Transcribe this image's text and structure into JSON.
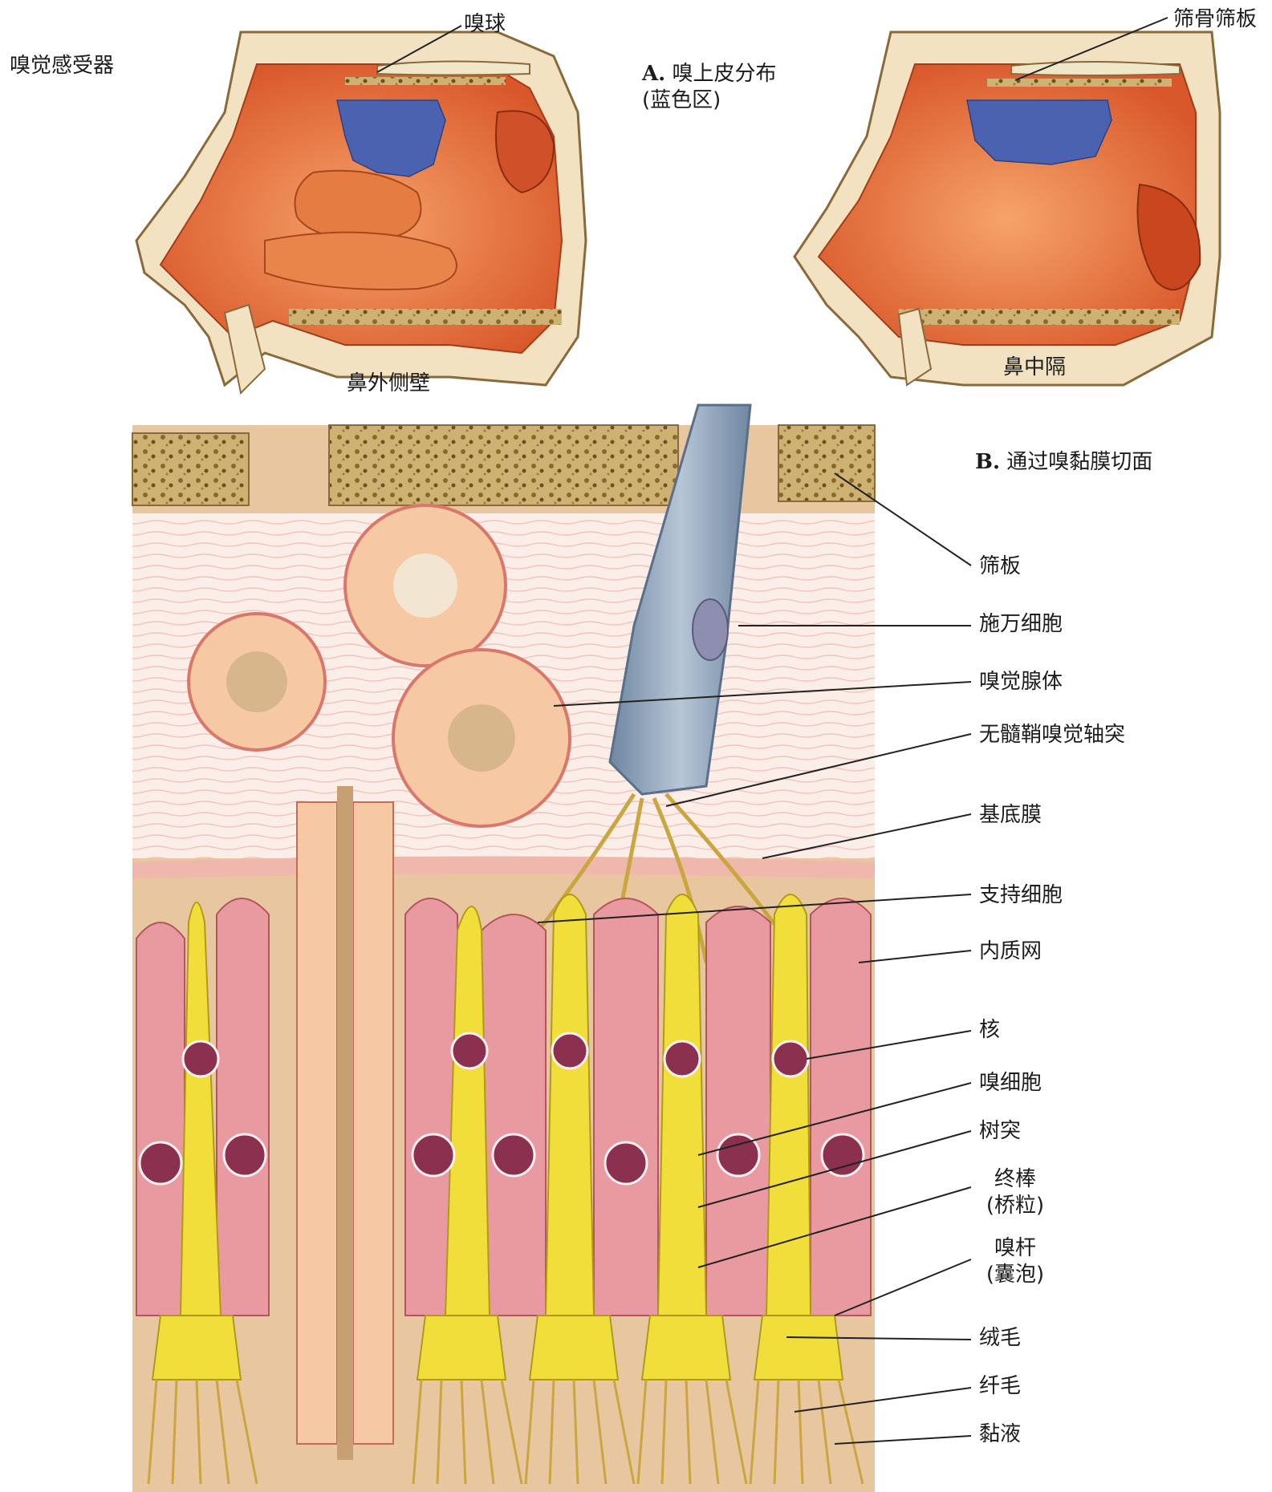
{
  "title": "嗅觉感受器",
  "panel_a": {
    "letter": "A.",
    "caption_line1": "嗅上皮分布",
    "caption_line2": "(蓝色区)",
    "label_bulb": "嗅球",
    "label_cribriform_top": "筛骨筛板",
    "caption_lateral": "鼻外侧壁",
    "caption_septum": "鼻中隔"
  },
  "panel_b": {
    "letter": "B.",
    "caption": "通过嗅黏膜切面",
    "labels": {
      "cribriform": "筛板",
      "schwann": "施万细胞",
      "gland": "嗅觉腺体",
      "axon": "无髓鞘嗅觉轴突",
      "basement": "基底膜",
      "supporting": "支持细胞",
      "er": "内质网",
      "nucleus": "核",
      "olfactory_cell": "嗅细胞",
      "dendrite": "树突",
      "terminal_bar_1": "终棒",
      "terminal_bar_2": "(桥粒)",
      "rod_1": "嗅杆",
      "rod_2": "(囊泡)",
      "microvilli": "绒毛",
      "cilia": "纤毛",
      "mucus": "黏液"
    }
  },
  "colors": {
    "epithelium_blue": "#4a62b0",
    "mucosa_orange": "#e8703a",
    "bone": "#b89a5a",
    "supporting_cell": "#e89aa0",
    "olfactory_cell": "#f2de3a",
    "nucleus": "#8c3050",
    "nerve": "#8aa0b8"
  }
}
